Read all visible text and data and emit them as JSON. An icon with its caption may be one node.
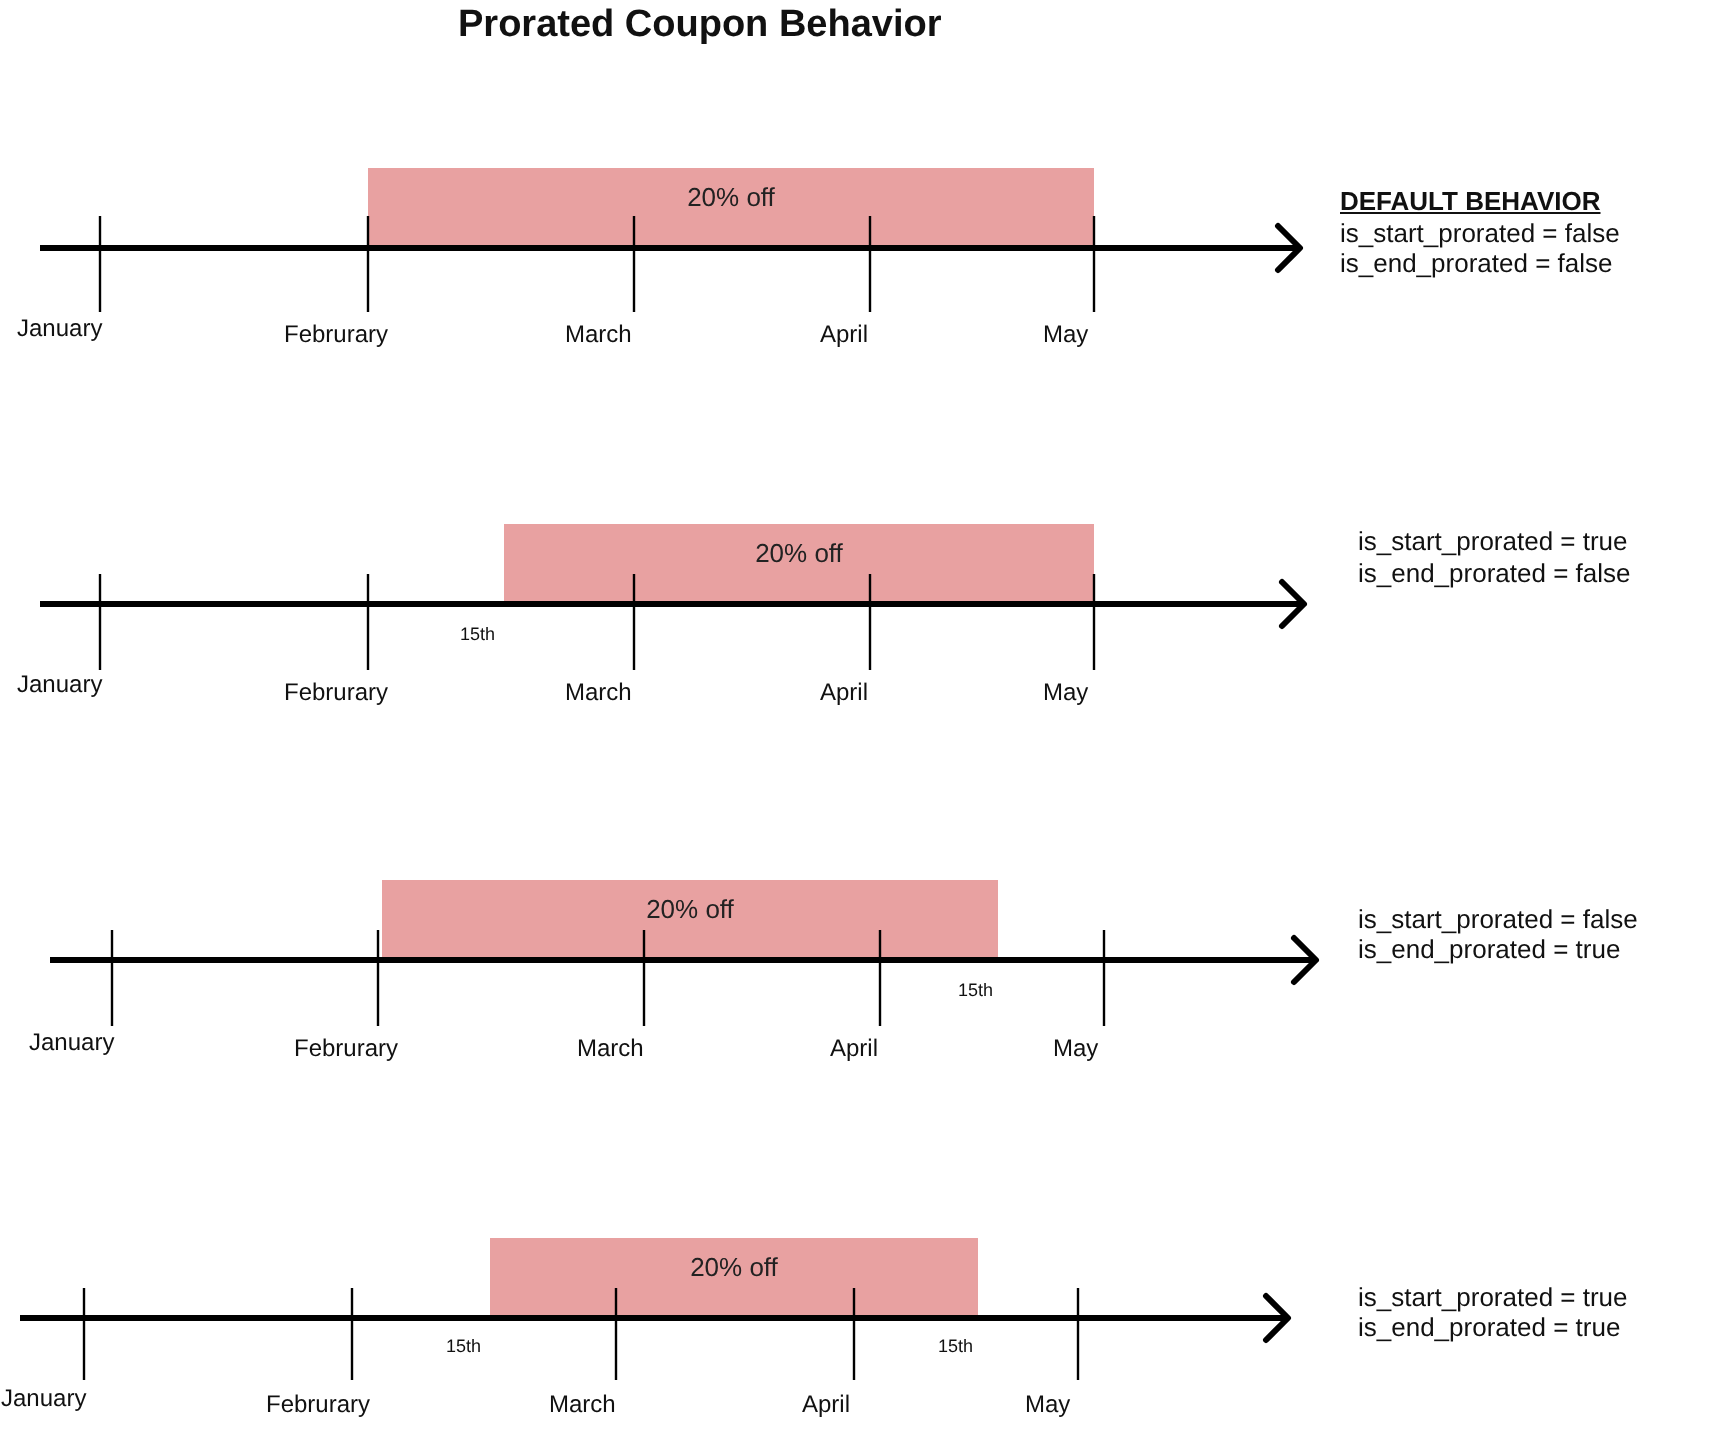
{
  "diagram": {
    "title": "Prorated Coupon Behavior",
    "nodes": [
      {
        "text": [
          "20% off"
        ]
      },
      {
        "text": [
          "20% off"
        ]
      },
      {
        "text": [
          "20% off"
        ]
      },
      {
        "text": [
          "20% off"
        ]
      }
    ],
    "edges": [],
    "labels": [
      "DEFAULT BEHAVIOR",
      "is_start_prorated = false",
      "is_end_prorated = false",
      "January",
      "Februrary",
      "March",
      "April",
      "May",
      "is_start_prorated = true",
      "is_end_prorated = false",
      "15th",
      "January",
      "Februrary",
      "March",
      "April",
      "May",
      "is_start_prorated = false",
      "is_end_prorated = true",
      "15th",
      "January",
      "Februrary",
      "March",
      "April",
      "May",
      "is_start_prorated = true",
      "is_end_prorated = true",
      "15th",
      "15th",
      "January",
      "Februrary",
      "March",
      "April",
      "May"
    ]
  }
}
